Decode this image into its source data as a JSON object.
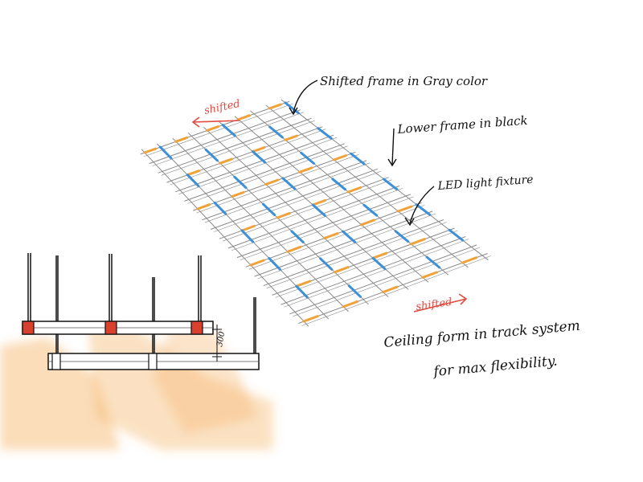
{
  "annotations": {
    "shifted_frame": "Shifted frame in Gray color",
    "lower_frame": "Lower frame in black",
    "led_fixture": "LED light fixture",
    "shifted_top": "shifted",
    "shifted_bottom": "shifted",
    "caption_line1": "Ceiling form in track system",
    "caption_line2": "for max flexibility.",
    "dimension": "300"
  },
  "colors": {
    "grid_line": "#8a8a8a",
    "led_orange": "#f0a23a",
    "led_blue": "#3d8fd6",
    "shifted_red": "#e14a40",
    "fixture_red": "#d9412e",
    "light_glow": "#f6b366",
    "ink": "#111111"
  }
}
